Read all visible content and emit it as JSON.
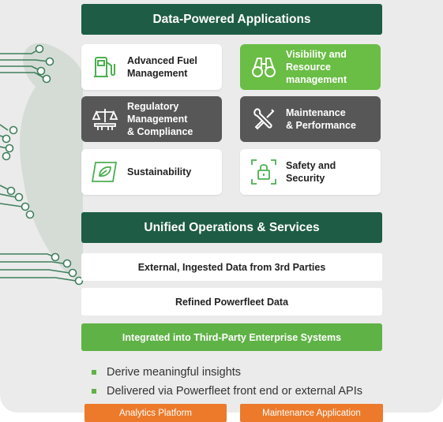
{
  "header": {
    "title": "Data-Powered Applications"
  },
  "applications": [
    {
      "label": "Advanced Fuel\nManagement",
      "icon": "fuel-pump-icon",
      "style": "white"
    },
    {
      "label": "Visibility and\nResource\nmanagement",
      "icon": "binoculars-icon",
      "style": "green"
    },
    {
      "label": "Regulatory\nManagement\n& Compliance",
      "icon": "scales-icon",
      "style": "dark"
    },
    {
      "label": "Maintenance\n& Performance",
      "icon": "wrench-screwdriver-icon",
      "style": "dark"
    },
    {
      "label": "Sustainability",
      "icon": "leaf-icon",
      "style": "white"
    },
    {
      "label": "Safety and\nSecurity",
      "icon": "padlock-icon",
      "style": "white"
    }
  ],
  "unified": {
    "title": "Unified Operations & Services"
  },
  "layers": [
    {
      "label": "External, Ingested Data from 3rd Parties"
    },
    {
      "label": "Refined Powerfleet Data"
    },
    {
      "label": "Integrated into Third-Party Enterprise Systems"
    }
  ],
  "bullets": [
    "Derive meaningful insights",
    "Delivered via Powerfleet front end or external APIs"
  ],
  "footer_buttons": [
    {
      "label": "Analytics Platform"
    },
    {
      "label": "Maintenance Application"
    }
  ],
  "colors": {
    "dark_green": "#1e5c45",
    "green": "#6abd45",
    "dark_gray": "#575757",
    "orange": "#ec7a2a",
    "panel": "#ebebeb"
  }
}
